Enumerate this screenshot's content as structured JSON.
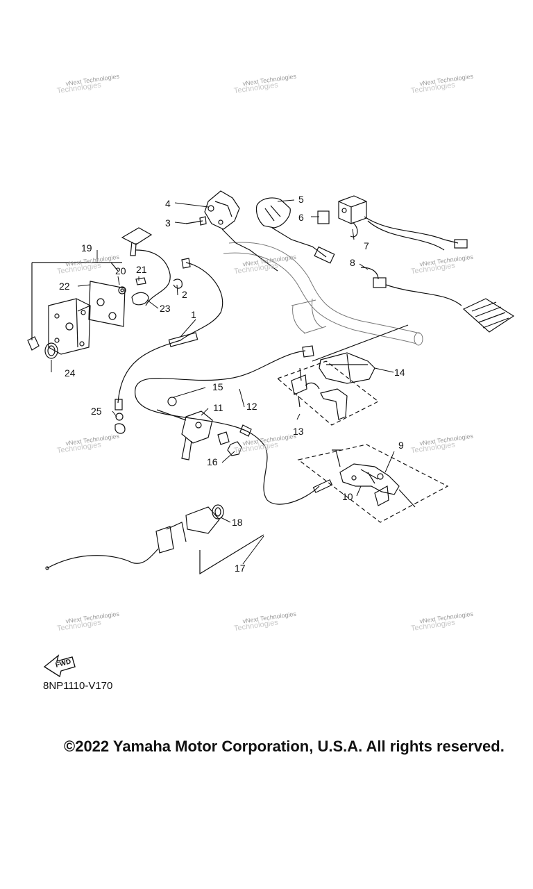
{
  "watermark": {
    "line1": "vNext Technologies",
    "line2": "Technologies"
  },
  "callouts": [
    "1",
    "2",
    "3",
    "4",
    "5",
    "6",
    "7",
    "8",
    "9",
    "10",
    "11",
    "12",
    "13",
    "14",
    "15",
    "16",
    "17",
    "18",
    "19",
    "20",
    "21",
    "22",
    "23",
    "24",
    "25"
  ],
  "fwd_label": "FWD",
  "diagram_code": "8NP1110-V170",
  "copyright": "©2022 Yamaha Motor Corporation, U.S.A. All rights reserved."
}
